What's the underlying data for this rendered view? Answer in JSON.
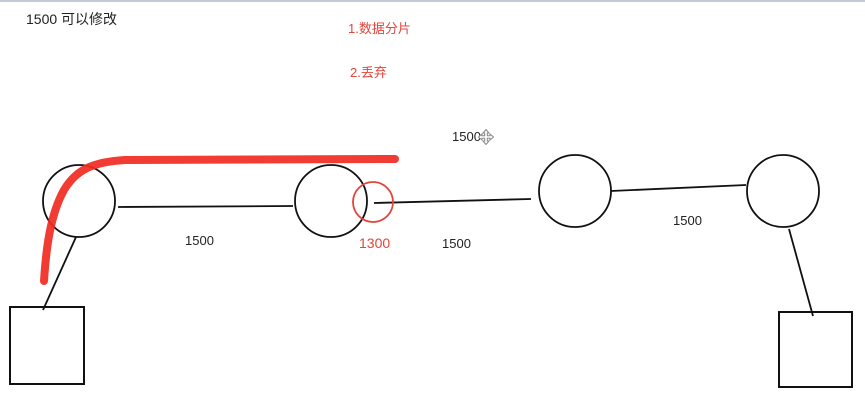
{
  "header": {
    "note": "1500  可以修改"
  },
  "annotations": {
    "item_1": "1.数据分片",
    "item_2": "2.丢弃"
  },
  "edges": {
    "top_label": "1500",
    "link_1_label": "1500",
    "link_2_reduced_label": "1300",
    "link_2_label": "1500",
    "link_3_label": "1500"
  },
  "colors": {
    "stroke": "#111111",
    "highlight": "#f02a22",
    "annotation_text": "#e2453c",
    "top_border": "#c5cad8"
  },
  "icons": {
    "cursor": "move-cursor-icon"
  }
}
